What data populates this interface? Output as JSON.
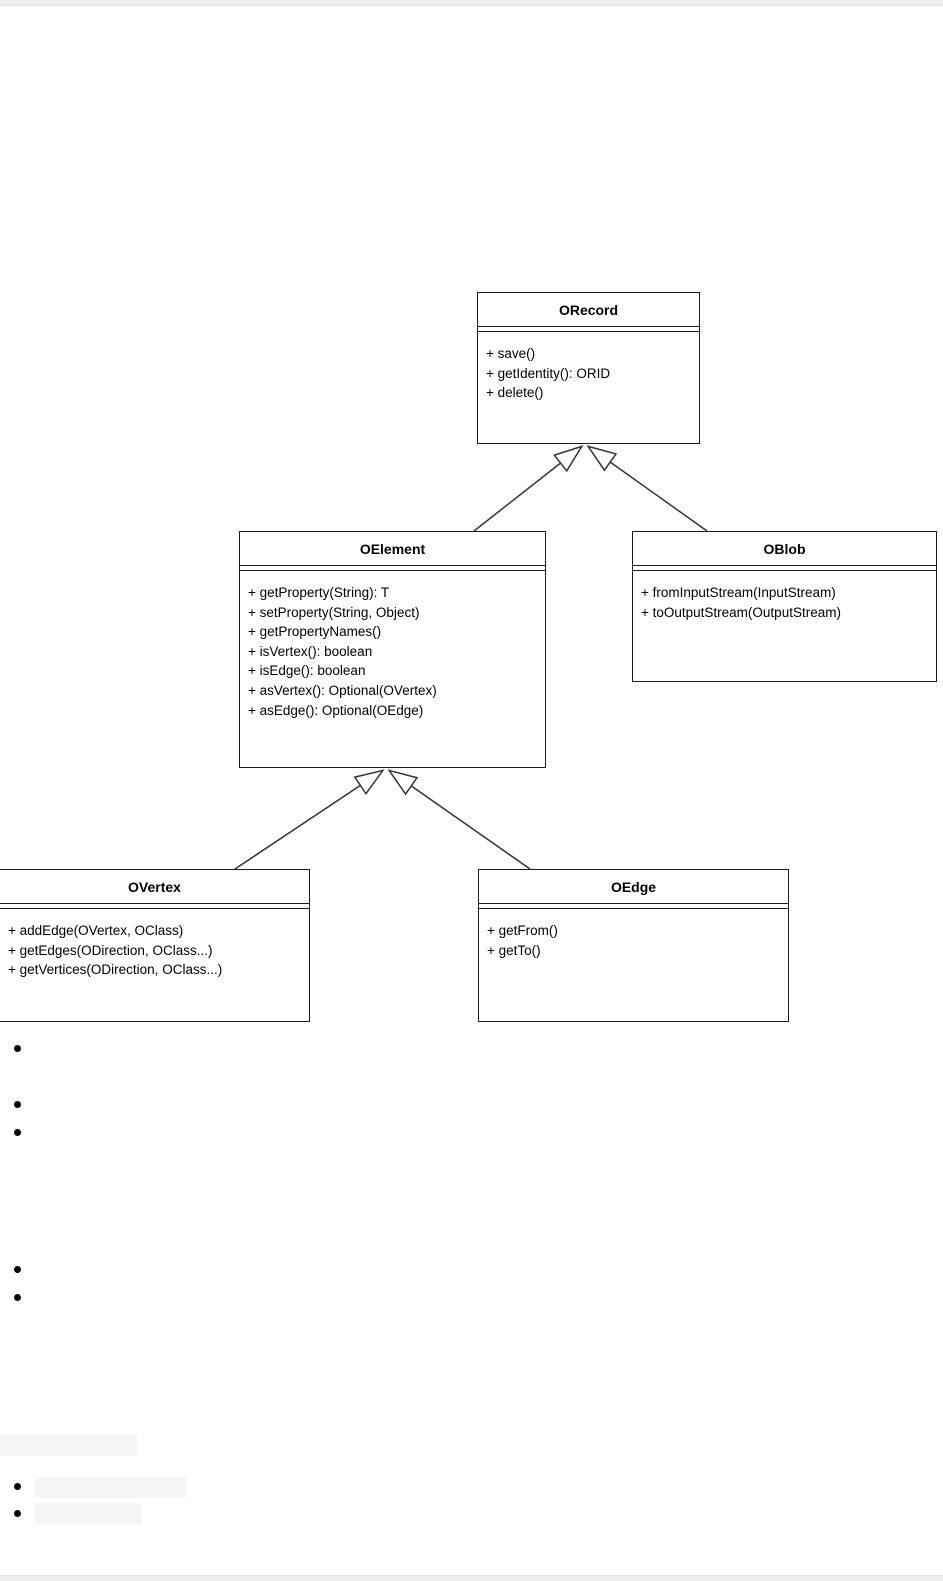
{
  "colors": {
    "page_background": "#ffffff",
    "frame_strip": "#ededed",
    "diagram_line": "#333333",
    "box_border": "#1c1c1c",
    "placeholder_fill": "#f6f6f6",
    "bullet": "#000000"
  },
  "diagram": {
    "type": "uml-class-diagram",
    "classes": [
      {
        "name": "ORecord",
        "methods": [
          "+ save()",
          "+ getIdentity(): ORID",
          "+ delete()"
        ]
      },
      {
        "name": "OElement",
        "methods": [
          "+ getProperty(String): T",
          "+ setProperty(String, Object)",
          "+ getPropertyNames()",
          "+ isVertex(): boolean",
          "+ isEdge(): boolean",
          "+ asVertex(): Optional(OVertex)",
          "+ asEdge(): Optional(OEdge)"
        ]
      },
      {
        "name": "OBlob",
        "methods": [
          "+ fromInputStream(InputStream)",
          "+ toOutputStream(OutputStream)"
        ]
      },
      {
        "name": "OVertex",
        "methods": [
          "+ addEdge(OVertex, OClass)",
          "+ getEdges(ODirection, OClass...)",
          "+ getVertices(ODirection, OClass...)"
        ]
      },
      {
        "name": "OEdge",
        "methods": [
          "+ getFrom()",
          "+ getTo()"
        ]
      }
    ],
    "relations": [
      {
        "child": "OElement",
        "parent": "ORecord",
        "type": "generalization"
      },
      {
        "child": "OBlob",
        "parent": "ORecord",
        "type": "generalization"
      },
      {
        "child": "OVertex",
        "parent": "OElement",
        "type": "generalization"
      },
      {
        "child": "OEdge",
        "parent": "OElement",
        "type": "generalization"
      }
    ]
  },
  "content": {
    "bullet_marks_without_visible_text": 5,
    "inline_code_placeholders_without_visible_text": 3
  }
}
